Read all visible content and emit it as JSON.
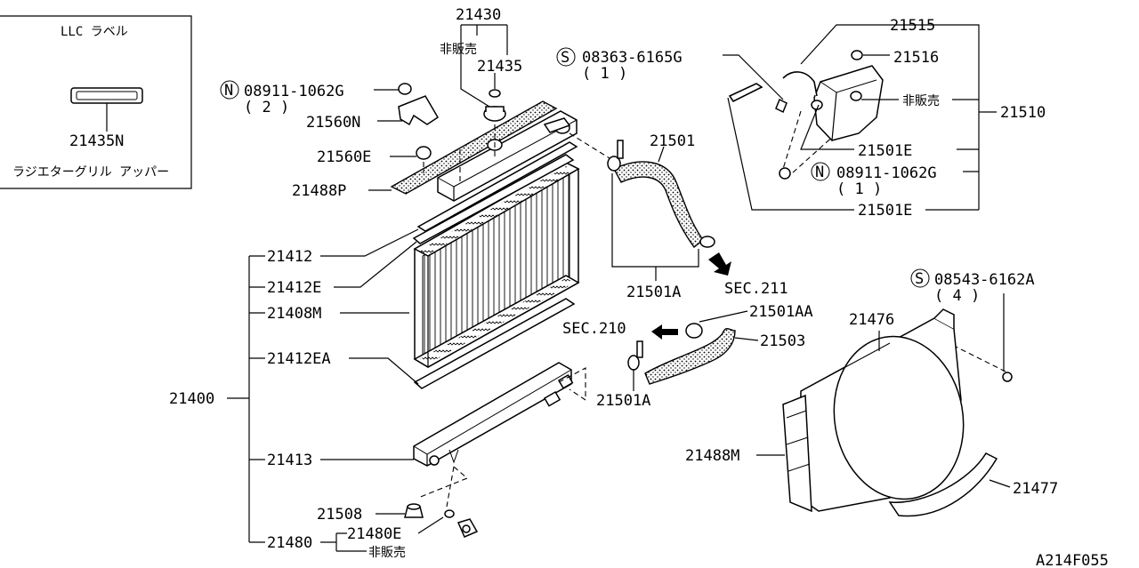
{
  "inset": {
    "title": "LLC ラベル",
    "part": "21435N",
    "caption": "ラジエターグリル アッパー"
  },
  "labels": {
    "p21430": "21430",
    "not_for_sale_1": "非販売",
    "p21435": "21435",
    "bolt_n1": "08911-1062G",
    "bolt_n1_qty": "( 2 )",
    "p21560N": "21560N",
    "p21560E": "21560E",
    "p21488P": "21488P",
    "p21412": "21412",
    "p21412E": "21412E",
    "p21408M": "21408M",
    "p21412EA": "21412EA",
    "p21400": "21400",
    "p21413": "21413",
    "p21508": "21508",
    "p21480E": "21480E",
    "p21480": "21480",
    "not_for_sale_2": "非販売",
    "screw_s1": "08363-6165G",
    "screw_s1_qty": "( 1 )",
    "p21501": "21501",
    "p21501A_upper": "21501A",
    "sec211": "SEC.211",
    "sec210": "SEC.210",
    "p21501AA": "21501AA",
    "p21503": "21503",
    "p21501A_lower": "21501A",
    "p21515": "21515",
    "p21516": "21516",
    "not_for_sale_3": "非販売",
    "p21510": "21510",
    "p21501E_1": "21501E",
    "nut_n2": "08911-1062G",
    "nut_n2_qty": "( 1 )",
    "p21501E_2": "21501E",
    "screw_s2": "08543-6162A",
    "screw_s2_qty": "( 4 )",
    "p21476": "21476",
    "p21488M": "21488M",
    "p21477": "21477",
    "sym_S": "S",
    "sym_N": "N",
    "figure_code": "A214F055"
  }
}
